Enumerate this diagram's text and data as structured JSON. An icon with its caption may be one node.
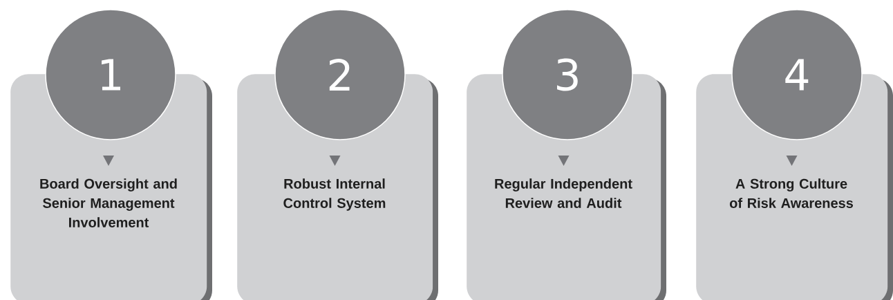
{
  "diagram": {
    "nodes": [
      {
        "text": [
          "1"
        ]
      },
      {
        "text": [
          "Board Oversight and Senior Management Involvement"
        ]
      },
      {
        "text": [
          "2"
        ]
      },
      {
        "text": [
          "Robust Internal Control System"
        ]
      },
      {
        "text": [
          "3"
        ]
      },
      {
        "text": [
          "Regular Independent Review and Audit"
        ]
      },
      {
        "text": [
          "4"
        ]
      },
      {
        "text": [
          "A Strong Culture of Risk Awareness"
        ]
      }
    ]
  }
}
